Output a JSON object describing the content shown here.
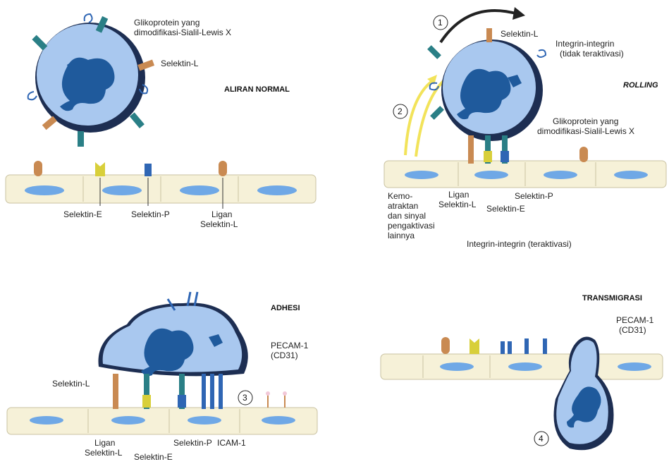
{
  "panels": {
    "normal": {
      "heading": "ALIRAN NORMAL",
      "glycoprotein": [
        "Glikoprotein yang",
        "dimodifikasi-Sialil-Lewis X"
      ],
      "selectin_l": "Selektin-L",
      "selectin_e": "Selektin-E",
      "selectin_p": "Selektin-P",
      "ligand": [
        "Ligan",
        "Selektin-L"
      ]
    },
    "rolling": {
      "heading": "ROLLING",
      "step1": "1",
      "step2": "2",
      "selectin_l": "Selektin-L",
      "integrin_inactive": [
        "Integrin-integrin",
        "(tidak teraktivasi)"
      ],
      "glycoprotein": [
        "Glikoprotein yang",
        "dimodifikasi-Sialil-Lewis X"
      ],
      "chemo": [
        "Kemo-",
        "atraktan",
        "dan sinyal",
        "pengaktivasi",
        "lainnya"
      ],
      "ligand": [
        "Ligan",
        "Selektin-L"
      ],
      "selectin_p": "Selektin-P",
      "selectin_e": "Selektin-E",
      "integrin_active": "Integrin-integrin (teraktivasi)"
    },
    "adhesion": {
      "heading": "ADHESI",
      "step3": "3",
      "pecam": [
        "PECAM-1",
        "(CD31)"
      ],
      "selectin_l": "Selektin-L",
      "ligand": [
        "Ligan",
        "Selektin-L"
      ],
      "selectin_e": "Selektin-E",
      "selectin_p": "Selektin-P",
      "icam": "ICAM-1"
    },
    "transmigration": {
      "heading": "TRANSMIGRASI",
      "step4": "4",
      "pecam": [
        "PECAM-1",
        "(CD31)"
      ]
    }
  },
  "colors": {
    "cell_fill": "#a9c8ef",
    "cell_rim": "#1d2e52",
    "nucleus": "#1f5a9c",
    "endothelium": "#f6f1d8",
    "endo_nucleus": "#6fa8e6",
    "selectin_l": "#c98a52",
    "selectin_e": "#d8cf3a",
    "selectin_p": "#2f66b4",
    "teal": "#2a7f86",
    "arrow_yellow": "#f2e35a"
  }
}
